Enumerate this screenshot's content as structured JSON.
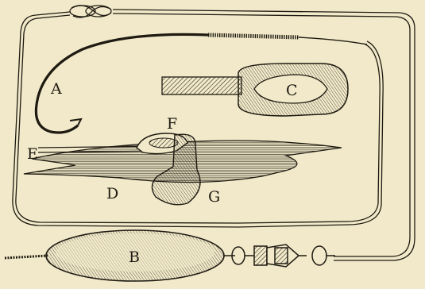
{
  "labels": {
    "a": "A",
    "b": "B",
    "c": "C",
    "d": "D",
    "e": "E",
    "f": "F",
    "g": "G"
  },
  "colors": {
    "paper": "#f1e9c9",
    "ink": "#1f1a12"
  }
}
